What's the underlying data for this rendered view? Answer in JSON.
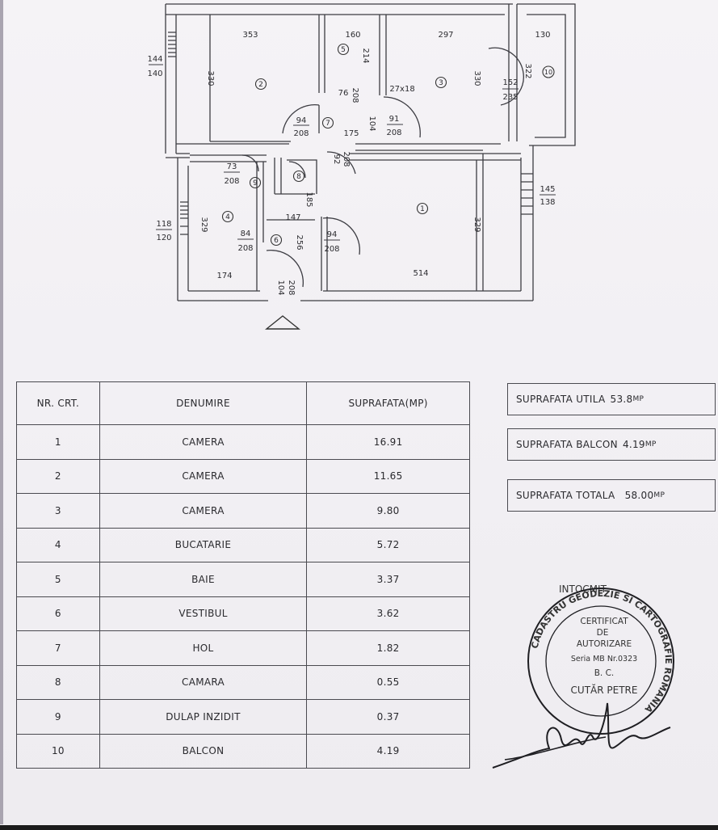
{
  "plan": {
    "dims": {
      "d353": "353",
      "d160": "160",
      "d297": "297",
      "d130": "130",
      "d144": "144",
      "d140": "140",
      "d330a": "330",
      "d330b": "330",
      "d214": "214",
      "d27x18": "27x18",
      "d76": "76",
      "d208a": "208",
      "d94a": "94",
      "d208b": "208",
      "d175": "175",
      "d104": "104",
      "d91": "91",
      "d208c": "208",
      "d152": "152",
      "d235": "235",
      "d322": "322",
      "d73": "73",
      "d208d": "208",
      "d92": "92",
      "d208e": "208",
      "d185": "185",
      "d145": "145",
      "d138": "138",
      "d118": "118",
      "d120": "120",
      "d329a": "329",
      "d329b": "329",
      "d84": "84",
      "d208f": "208",
      "d147": "147",
      "d256": "256",
      "d94b": "94",
      "d208g": "208",
      "d174": "174",
      "d514": "514",
      "d104b": "104",
      "d208h": "208"
    },
    "room_tags": [
      "1",
      "2",
      "3",
      "4",
      "5",
      "6",
      "7",
      "8",
      "9",
      "10"
    ]
  },
  "table": {
    "headers": [
      "NR. CRT.",
      "DENUMIRE",
      "SUPRAFATA(MP)"
    ],
    "rows": [
      {
        "nr": "1",
        "name": "CAMERA",
        "area": "16.91"
      },
      {
        "nr": "2",
        "name": "CAMERA",
        "area": "11.65"
      },
      {
        "nr": "3",
        "name": "CAMERA",
        "area": "9.80"
      },
      {
        "nr": "4",
        "name": "BUCATARIE",
        "area": "5.72"
      },
      {
        "nr": "5",
        "name": "BAIE",
        "area": "3.37"
      },
      {
        "nr": "6",
        "name": "VESTIBUL",
        "area": "3.62"
      },
      {
        "nr": "7",
        "name": "HOL",
        "area": "1.82"
      },
      {
        "nr": "8",
        "name": "CAMARA",
        "area": "0.55"
      },
      {
        "nr": "9",
        "name": "DULAP INZIDIT",
        "area": "0.37"
      },
      {
        "nr": "10",
        "name": "BALCON",
        "area": "4.19"
      }
    ]
  },
  "summary": {
    "utila_label": "SUPRAFATA UTILA",
    "utila_value": "53.8",
    "utila_unit": "MP",
    "balcon_label": "SUPRAFATA BALCON",
    "balcon_value": "4.19",
    "balcon_unit": "MP",
    "totala_label": "SUPRAFATA TOTALA",
    "totala_value": "58.00",
    "totala_unit": "MP"
  },
  "stamp": {
    "top_label": "INTOCMIT",
    "ring_text": "CADASTRU GEODEZIE SI CARTOGRAFIE ROMANIA",
    "line1": "CERTIFICAT",
    "line2": "DE",
    "line3": "AUTORIZARE",
    "line4": "Seria MB Nr.0323",
    "line5": "B. C.",
    "line6": "CUTĂR PETRE"
  }
}
